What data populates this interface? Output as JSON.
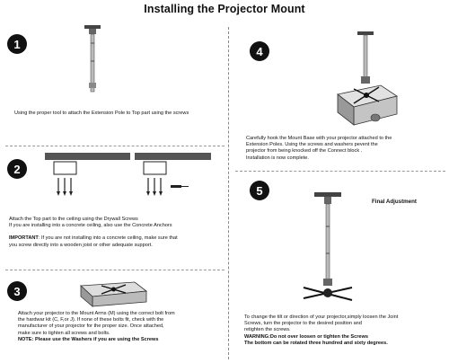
{
  "title": "Installing the Projector Mount",
  "steps": {
    "s1": {
      "number": "1",
      "text": "Using the proper tool to attach the Extension Pole to Top part using the screws"
    },
    "s2": {
      "number": "2",
      "line1": "Attach the  Top part  to the ceiling using the Drywall Screws",
      "line2": "If you are installing into a concrete ceiling, also use the Concrete Anchors",
      "important_label": "IMPORTANT",
      "important_line1": ": If you are not installing into a concrete ceiling, make sure that",
      "important_line2": "you screw directly into a wooden joist or other adequate support."
    },
    "s3": {
      "number": "3",
      "line1": "Attach your projector to the Mount Arms (M) using the correct bolt from",
      "line2": "the hardwar kit (C, F,or J). If none of these bolts fit, check with the",
      "line3": "manufacturer of your projector for the proper size. Once attached,",
      "line4": "make sure to tighten all screws and bolts.",
      "note": "NOTE: Please use the Washers  if you are using the Screws"
    },
    "s4": {
      "number": "4",
      "line1": "Carefully hook the Mount Base with your projector attached to the",
      "line2": "Extension Poles.  Using the screws and washers pevent the",
      "line3": "projector from being knocked off the Connect block .",
      "line4": "Installation is now complete."
    },
    "s5": {
      "number": "5",
      "heading": "Final Adjustment",
      "line1": "To change the tilt or direction of your projector,simply loosen the Joint",
      "line2": "Screws, turn the projector to the desired position and",
      "line3": "retighten the screws.",
      "warning": "WARNING:Do not over loosen or tighten the Screws",
      "bottom": "The bottom can be rotated three hundred and sixty degrees."
    }
  }
}
